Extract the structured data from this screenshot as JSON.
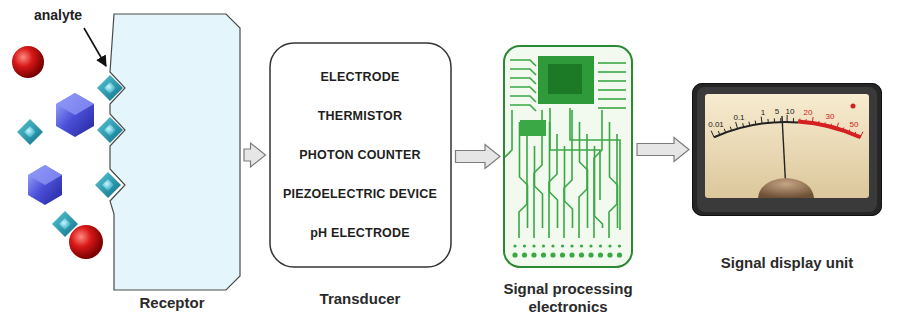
{
  "diagram": {
    "nodes": [
      {
        "text": [
          "Receptor"
        ]
      },
      {
        "text": [
          "ELECTRODE",
          "THERMISTOR",
          "PHOTON COUNTER",
          "PIEZOELECTRIC DEVICE",
          "pH ELECTRODE",
          "Transducer"
        ]
      },
      {
        "text": [
          "Signal processing electronics"
        ]
      },
      {
        "text": [
          "Signal display unit"
        ]
      }
    ],
    "edges": [
      {
        "from": 0,
        "to": 1,
        "arrow": "to"
      },
      {
        "from": 1,
        "to": 2,
        "arrow": "to"
      },
      {
        "from": 2,
        "to": 3,
        "arrow": "to"
      }
    ],
    "labels": [
      "analyte",
      "0.01",
      "0.1",
      "1",
      "5",
      "10",
      "20",
      "30",
      "50"
    ]
  }
}
